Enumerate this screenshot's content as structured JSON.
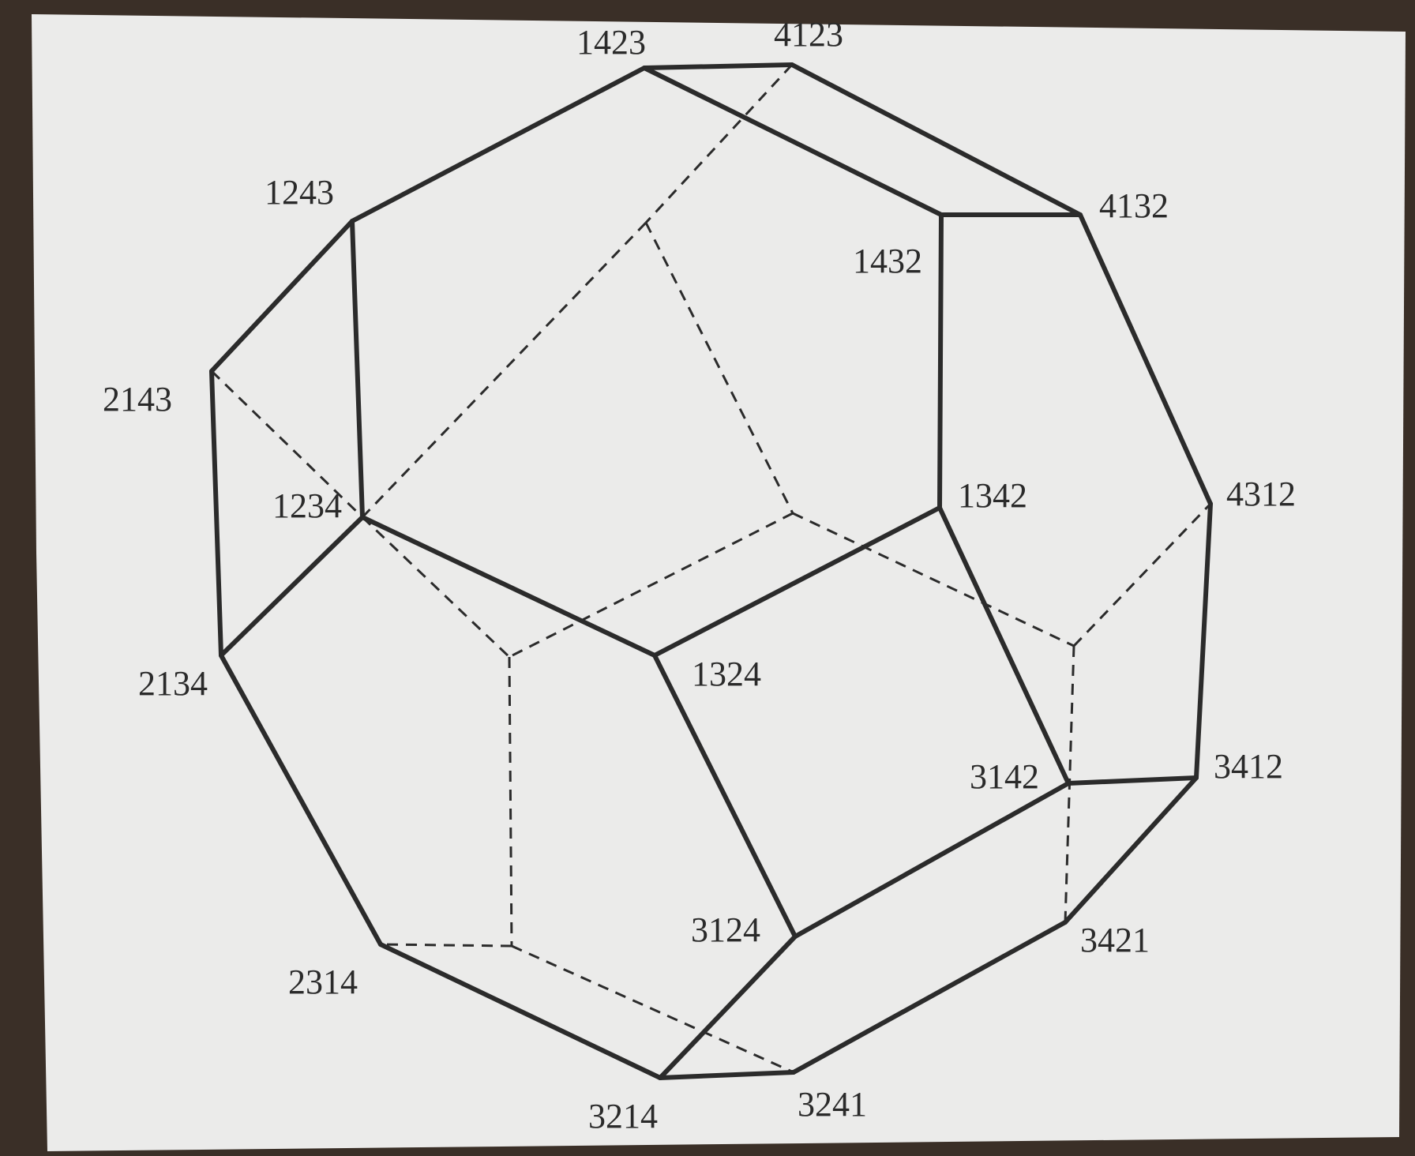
{
  "diagram": {
    "type": "permutohedron-order-4",
    "colors": {
      "background": "#3a2f27",
      "paper": "#ebebea",
      "ink": "#2b2b2b"
    },
    "vertices": [
      {
        "id": "1423",
        "label": "1423"
      },
      {
        "id": "4123",
        "label": "4123"
      },
      {
        "id": "1243",
        "label": "1243"
      },
      {
        "id": "4132",
        "label": "4132"
      },
      {
        "id": "1432",
        "label": "1432"
      },
      {
        "id": "2143",
        "label": "2143"
      },
      {
        "id": "1234",
        "label": "1234"
      },
      {
        "id": "1342",
        "label": "1342"
      },
      {
        "id": "4312",
        "label": "4312"
      },
      {
        "id": "2134",
        "label": "2134"
      },
      {
        "id": "1324",
        "label": "1324"
      },
      {
        "id": "3142",
        "label": "3142"
      },
      {
        "id": "3412",
        "label": "3412"
      },
      {
        "id": "3124",
        "label": "3124"
      },
      {
        "id": "3421",
        "label": "3421"
      },
      {
        "id": "2314",
        "label": "2314"
      },
      {
        "id": "3214",
        "label": "3214"
      },
      {
        "id": "3241",
        "label": "3241"
      }
    ]
  }
}
